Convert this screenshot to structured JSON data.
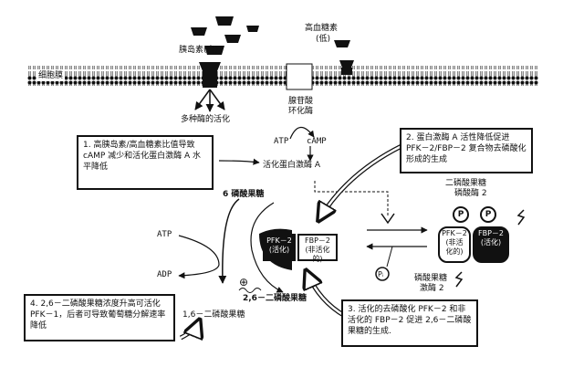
{
  "hormones": {
    "insulin_high": "胰岛素(高)",
    "glucagon_low_line1": "高血糖素",
    "glucagon_low_line2": "(低)"
  },
  "membrane": {
    "label": "细胞膜"
  },
  "enzymes": {
    "activation_label": "多种酶的活化",
    "adenylate_cyclase_line1": "腺苷酸",
    "adenylate_cyclase_line2": "环化酶",
    "atp_top": "ATP",
    "camp": "cAMP",
    "pka_active": "活化蛋白激酶 A"
  },
  "notes": {
    "note1_num": "1.",
    "note1_text": "高胰岛素/高血糖素比值导致 cAMP 减少和活化蛋白激酶 A 水平降低",
    "note2_num": "2.",
    "note2_text": "蛋白激酶 A 活性降低促进 PFK－2/FBP－2 复合物去磷酸化形成的生成",
    "note3_num": "3.",
    "note3_text": "活化的去磷酸化 PFK－2 和非活化的 FBP－2 促进 2,6－二磷酸果糖的生成.",
    "note4_num": "4.",
    "note4_text": "2,6－二磷酸果糖浓度升高可活化 PFK－1，后者可导致葡萄糖分解速率降低"
  },
  "pathway": {
    "f6p": "6 磷酸果糖",
    "atp": "ATP",
    "adp": "ADP",
    "f26bp": "2,6－二磷酸果糖",
    "f16bp": "1,6－二磷酸果糖",
    "plus": "⊕"
  },
  "complex_dephospho": {
    "pfk2_name": "PFK－2",
    "pfk2_state": "(活化)",
    "fbp2_name": "FBP－2",
    "fbp2_state": "(非活化的)"
  },
  "complex_phospho": {
    "enzyme_label_line1": "二磷酸果糖",
    "enzyme_label_line2": "磷酸酶 2",
    "p1": "P",
    "p2": "P",
    "pfk2_name": "PFK－2",
    "pfk2_state_line1": "(非活",
    "pfk2_state_line2": "化的)",
    "fbp2_name": "FBP－2",
    "fbp2_state": "(活化)",
    "kinase_label_line1": "磷酸果糖",
    "kinase_label_line2": "激酶 2"
  },
  "phosphate": {
    "pi": "Pᵢ"
  },
  "icons": {
    "receptor": "receptor-icon",
    "hormone": "hormone-icon",
    "scissor": "cut-arrow-icon"
  }
}
